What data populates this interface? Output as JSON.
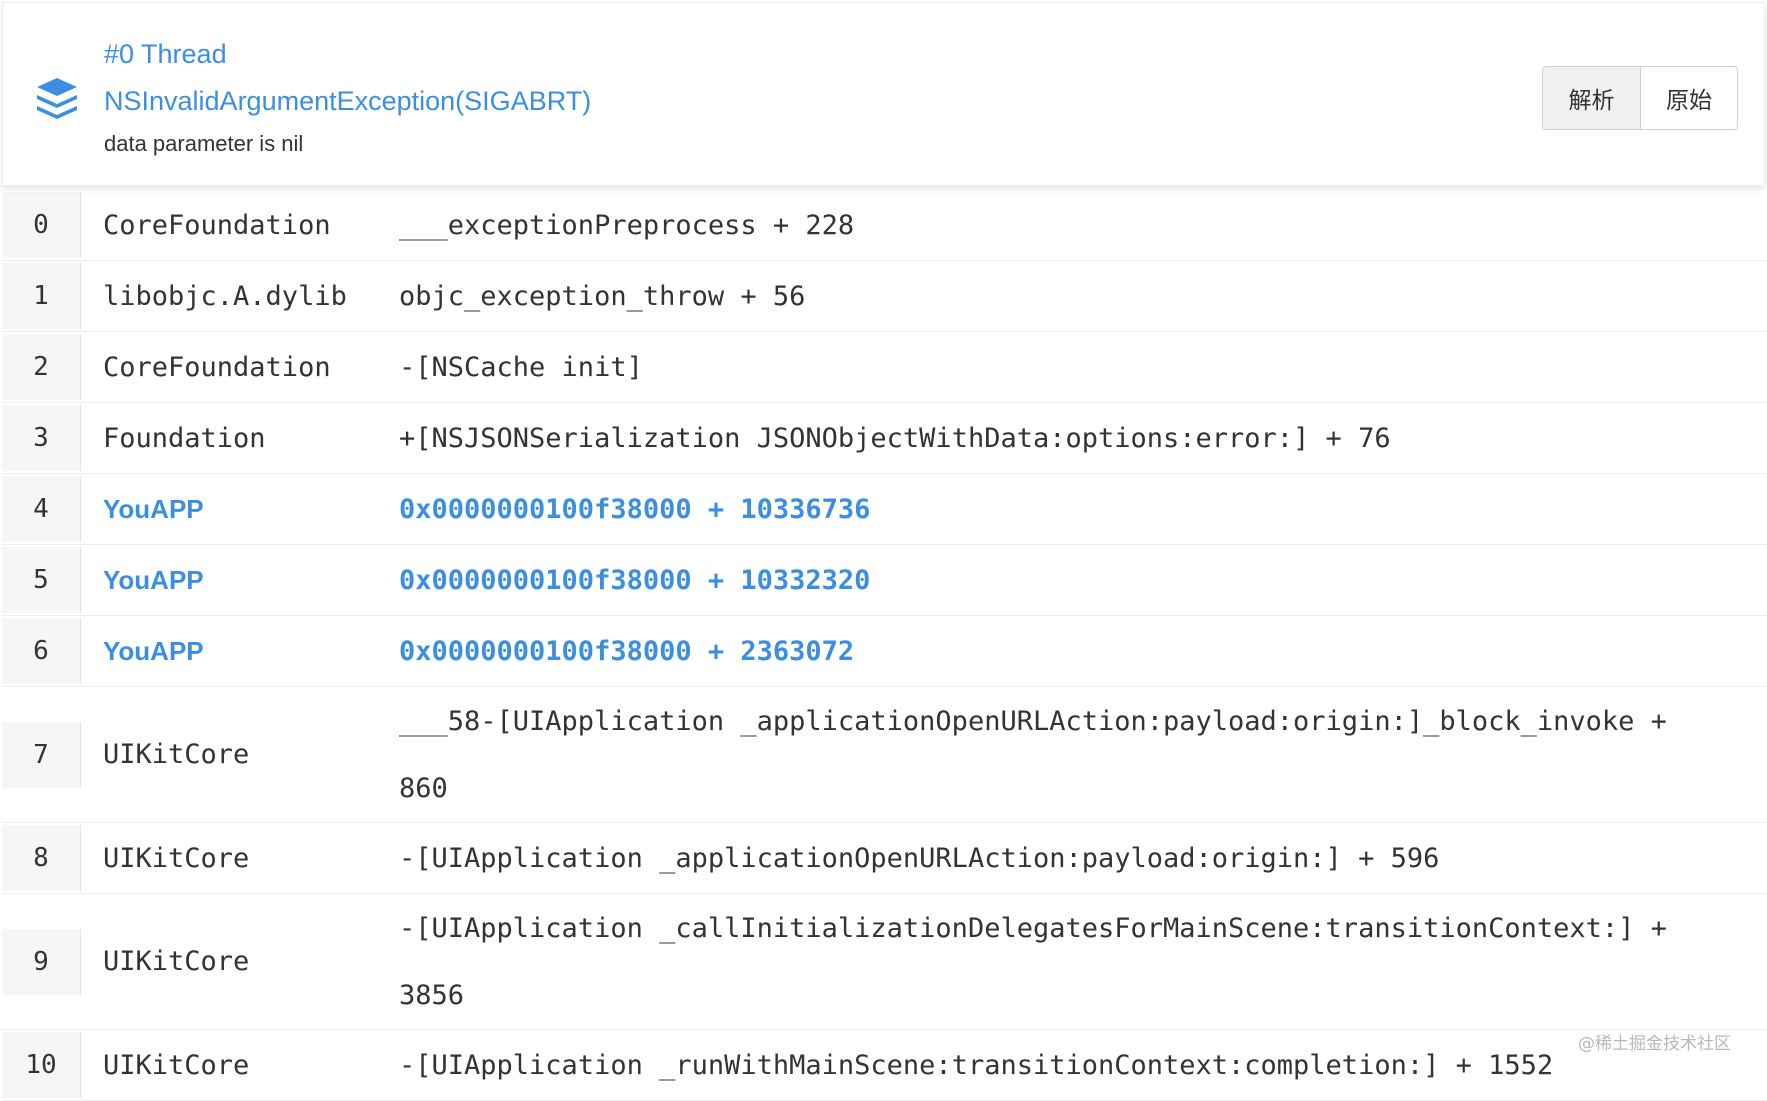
{
  "header": {
    "thread_title": "#0 Thread",
    "exception_name": "NSInvalidArgumentException(SIGABRT)",
    "exception_reason": "data parameter is nil",
    "icon": "layers-icon",
    "accent_color": "#3c8fe0",
    "view_toggle": {
      "parsed_label": "解析",
      "raw_label": "原始",
      "selected": "解析"
    }
  },
  "frames": [
    {
      "index": "0",
      "module": "CoreFoundation",
      "symbol": "___exceptionPreprocess + 228",
      "app": false
    },
    {
      "index": "1",
      "module": "libobjc.A.dylib",
      "symbol": "objc_exception_throw + 56",
      "app": false
    },
    {
      "index": "2",
      "module": "CoreFoundation",
      "symbol": "-[NSCache init]",
      "app": false
    },
    {
      "index": "3",
      "module": "Foundation",
      "symbol": "+[NSJSONSerialization JSONObjectWithData:options:error:] + 76",
      "app": false
    },
    {
      "index": "4",
      "module": "YouAPP",
      "symbol": "0x0000000100f38000 + 10336736",
      "app": true
    },
    {
      "index": "5",
      "module": "YouAPP",
      "symbol": "0x0000000100f38000 + 10332320",
      "app": true
    },
    {
      "index": "6",
      "module": "YouAPP",
      "symbol": "0x0000000100f38000 + 2363072",
      "app": true
    },
    {
      "index": "7",
      "module": "UIKitCore",
      "symbol": "___58-[UIApplication _applicationOpenURLAction:payload:origin:]_block_invoke + 860",
      "app": false
    },
    {
      "index": "8",
      "module": "UIKitCore",
      "symbol": "-[UIApplication _applicationOpenURLAction:payload:origin:] + 596",
      "app": false
    },
    {
      "index": "9",
      "module": "UIKitCore",
      "symbol": "-[UIApplication _callInitializationDelegatesForMainScene:transitionContext:] + 3856",
      "app": false
    },
    {
      "index": "10",
      "module": "UIKitCore",
      "symbol": "-[UIApplication _runWithMainScene:transitionContext:completion:] + 1552",
      "app": false
    }
  ],
  "watermark": "@稀土掘金技术社区"
}
